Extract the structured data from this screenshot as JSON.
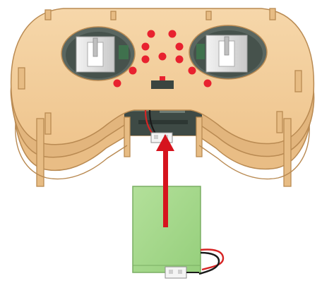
{
  "diagram": {
    "subject": "controller-battery-installation",
    "colors": {
      "wood": "#F2CE9C",
      "wood_edge": "#B98A52",
      "wood_shadow": "#E2B57D",
      "pcb": "#3E4A45",
      "button": "#E8222F",
      "joystick": "#DCDCDC",
      "battery": "#A6D98C",
      "battery_edge": "#7AAE63",
      "connector": "#F4F4F4",
      "wire_red": "#D62424",
      "wire_black": "#1A1A1A",
      "arrow": "#D6141E"
    },
    "parts": {
      "controller": "wooden-layered-gamepad",
      "battery": "green-rectangular-battery",
      "arrow_direction": "up"
    }
  }
}
